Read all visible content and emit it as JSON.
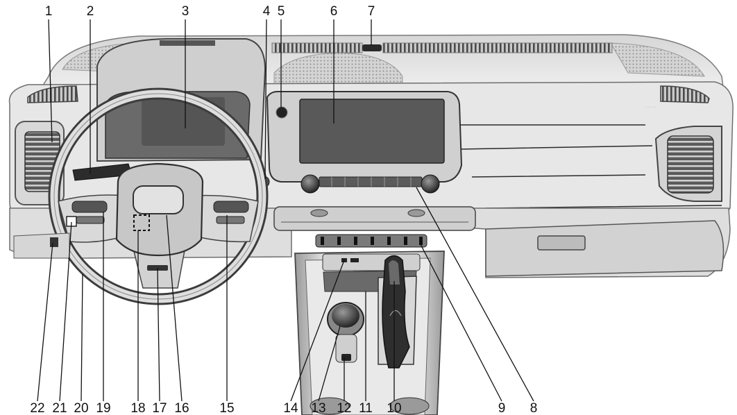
{
  "callouts": [
    {
      "n": "1"
    },
    {
      "n": "2"
    },
    {
      "n": "3"
    },
    {
      "n": "4"
    },
    {
      "n": "5"
    },
    {
      "n": "6"
    },
    {
      "n": "7"
    },
    {
      "n": "8"
    },
    {
      "n": "9"
    },
    {
      "n": "10"
    },
    {
      "n": "11"
    },
    {
      "n": "12"
    },
    {
      "n": "13"
    },
    {
      "n": "14"
    },
    {
      "n": "15"
    },
    {
      "n": "16"
    },
    {
      "n": "17"
    },
    {
      "n": "18"
    },
    {
      "n": "19"
    },
    {
      "n": "20"
    },
    {
      "n": "21"
    },
    {
      "n": "22"
    }
  ],
  "colors": {
    "background": "#ffffff",
    "dash_light": "#e6e6e6",
    "dash_mid": "#c8c8c8",
    "dash_dark": "#8a8a8a",
    "screen": "#5c5c5c",
    "vent": "#3a3a3a",
    "ink": "#2a2a2a"
  }
}
